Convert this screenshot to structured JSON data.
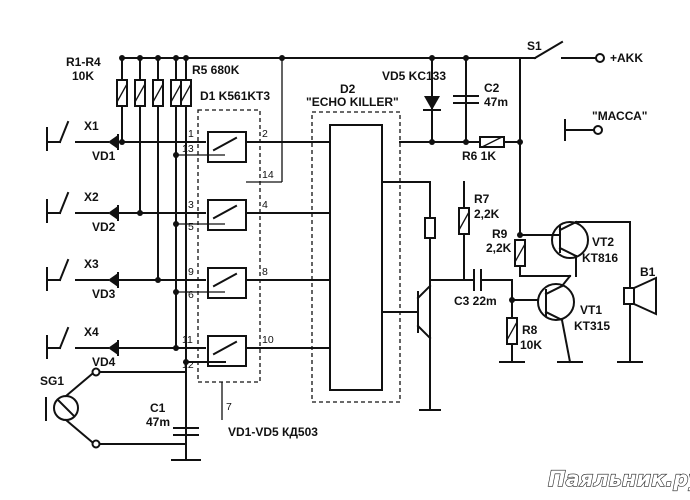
{
  "labels": {
    "r1r4": "R1-R4",
    "r1r4_val": "10K",
    "r5": "R5 680K",
    "d1": "D1 K561KT3",
    "d2": "D2",
    "echo_killer": "\"ECHO KILLER\"",
    "vd5": "VD5 KC133",
    "c2": "C2",
    "c2_val": "47m",
    "r6": "R6 1K",
    "s1": "S1",
    "akk": "+AKK",
    "massa": "\"МАССА\"",
    "r7": "R7",
    "r7_val": "2,2K",
    "r9": "R9",
    "r9_val": "2,2K",
    "vt2": "VT2",
    "vt2_type": "KT816",
    "c3": "C3 22m",
    "b1": "B1",
    "vt1": "VT1",
    "vt1_type": "KT315",
    "r8": "R8",
    "r8_val": "10K",
    "sg1": "SG1",
    "c1": "C1",
    "c1_val": "47m",
    "vd_note": "VD1-VD5 КД503",
    "x1": "X1",
    "x2": "X2",
    "x3": "X3",
    "x4": "X4",
    "vd1": "VD1",
    "vd2": "VD2",
    "vd3": "VD3",
    "vd4": "VD4",
    "pins": {
      "p1": "1",
      "p2": "2",
      "p13": "13",
      "p14": "14",
      "p3": "3",
      "p4": "4",
      "p5": "5",
      "p9": "9",
      "p8": "8",
      "p6": "6",
      "p11": "11",
      "p10": "10",
      "p12": "12",
      "p7": "7"
    }
  },
  "watermark": "Паяльник.ру"
}
